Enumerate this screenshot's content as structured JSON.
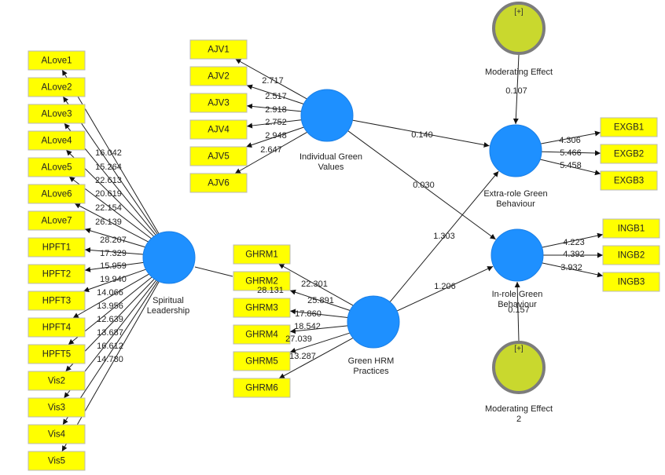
{
  "latent_variables": [
    {
      "id": "SL",
      "lines": [
        "Spiritual",
        "Leadership"
      ]
    },
    {
      "id": "IGV",
      "lines": [
        "Individual Green",
        "Values"
      ]
    },
    {
      "id": "HRM",
      "lines": [
        "Green HRM",
        "Practices"
      ]
    },
    {
      "id": "EX",
      "lines": [
        "Extra-role Green",
        "Behaviour"
      ]
    },
    {
      "id": "IN",
      "lines": [
        "In-role Green",
        "Behaviour"
      ]
    }
  ],
  "moderators": [
    {
      "id": "M1",
      "sign": "[+]",
      "lines": [
        "Moderating Effect"
      ]
    },
    {
      "id": "M2",
      "sign": "[+]",
      "lines": [
        "Moderating Effect",
        "2"
      ]
    }
  ],
  "indicators": {
    "SL": [
      "ALove1",
      "ALove2",
      "ALove3",
      "ALove4",
      "ALove5",
      "ALove6",
      "ALove7",
      "HPFT1",
      "HPFT2",
      "HPFT3",
      "HPFT4",
      "HPFT5",
      "Vis2",
      "Vis3",
      "Vis4",
      "Vis5"
    ],
    "IGV": [
      "AJV1",
      "AJV2",
      "AJV3",
      "AJV4",
      "AJV5",
      "AJV6"
    ],
    "HRM": [
      "GHRM1",
      "GHRM2",
      "GHRM3",
      "GHRM4",
      "GHRM5",
      "GHRM6"
    ],
    "EX": [
      "EXGB1",
      "EXGB2",
      "EXGB3"
    ],
    "IN": [
      "INGB1",
      "INGB2",
      "INGB3"
    ]
  },
  "outer_weights": {
    "SL": [
      "16.042",
      "15.264",
      "22.613",
      "20.619",
      "22.154",
      "26.139",
      "28.207",
      "17.329",
      "15.959",
      "19.940",
      "14.066",
      "13.956",
      "12.639",
      "13.687",
      "16.612",
      "14.780"
    ],
    "IGV": [
      "2.717",
      "2.517",
      "2.918",
      "2.752",
      "2.948",
      "2.647"
    ],
    "HRM": [
      "22.301",
      "28.131",
      "25.891",
      "17.860",
      "18.542",
      "27.039",
      "13.287"
    ],
    "EX": [
      "4.306",
      "5.466",
      "5.458"
    ],
    "IN": [
      "4.223",
      "4.392",
      "3.932"
    ]
  },
  "paths": [
    {
      "from": "IGV",
      "to": "EX",
      "value": "0.140"
    },
    {
      "from": "IGV",
      "to": "IN",
      "value": "0.030"
    },
    {
      "from": "HRM",
      "to": "EX",
      "value": "1.303"
    },
    {
      "from": "HRM",
      "to": "IN",
      "value": "1.206"
    },
    {
      "from": "M1",
      "to": "EX",
      "value": "0.107"
    },
    {
      "from": "M2",
      "to": "IN",
      "value": "0.157"
    }
  ],
  "colors": {
    "latent": "#1e90ff",
    "indicator": "#ffff00",
    "moderator": "#c9d82e",
    "moderator_ring": "#7c7c7c"
  }
}
